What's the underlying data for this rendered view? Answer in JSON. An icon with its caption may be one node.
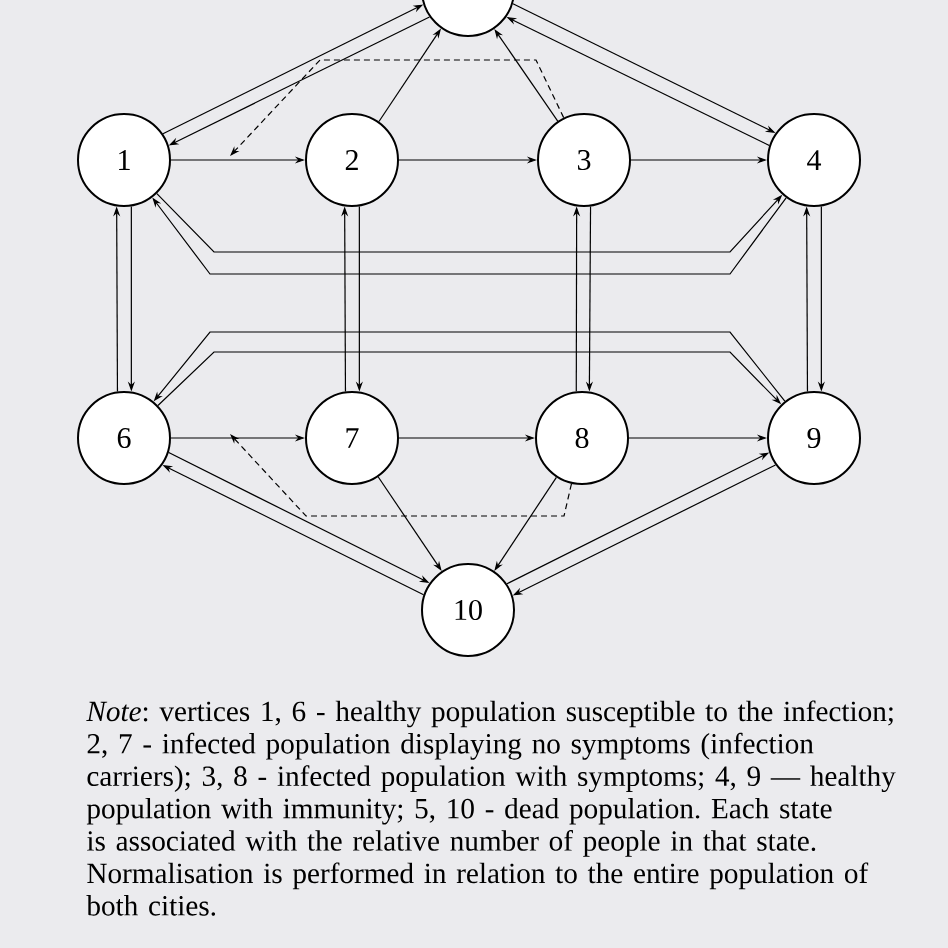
{
  "diagram": {
    "nodes": [
      {
        "text": [
          "1"
        ]
      },
      {
        "text": [
          "2"
        ]
      },
      {
        "text": [
          "3"
        ]
      },
      {
        "text": [
          "4"
        ]
      },
      {
        "text": [],
        "shape": "circle"
      },
      {
        "text": [
          "6"
        ]
      },
      {
        "text": [
          "7"
        ]
      },
      {
        "text": [
          "8"
        ]
      },
      {
        "text": [
          "9"
        ]
      },
      {
        "text": [
          "10"
        ]
      }
    ],
    "edges": [
      {
        "from": 4,
        "to": 0,
        "arrow": "to"
      },
      {
        "from": 0,
        "to": 4,
        "arrow": "to"
      },
      {
        "from": 4,
        "to": 3,
        "arrow": "to"
      },
      {
        "from": 3,
        "to": 4,
        "arrow": "to"
      },
      {
        "from": 0,
        "to": 1,
        "arrow": "to"
      },
      {
        "from": 1,
        "to": 2,
        "arrow": "to"
      },
      {
        "from": 2,
        "to": 3,
        "arrow": "to"
      },
      {
        "from": 1,
        "to": 4,
        "arrow": "to"
      },
      {
        "from": 2,
        "to": 4,
        "arrow": "to"
      },
      {
        "from": 2,
        "to": null,
        "arrow": "to",
        "style": "dashed"
      },
      {
        "from": 0,
        "to": 3,
        "arrow": "to"
      },
      {
        "from": 3,
        "to": 0,
        "arrow": "to"
      },
      {
        "from": 5,
        "to": 0,
        "arrow": "to"
      },
      {
        "from": 0,
        "to": 5,
        "arrow": "to"
      },
      {
        "from": 6,
        "to": 1,
        "arrow": "to"
      },
      {
        "from": 1,
        "to": 6,
        "arrow": "to"
      },
      {
        "from": 7,
        "to": 2,
        "arrow": "to"
      },
      {
        "from": 2,
        "to": 7,
        "arrow": "to"
      },
      {
        "from": 8,
        "to": 3,
        "arrow": "to"
      },
      {
        "from": 3,
        "to": 8,
        "arrow": "to"
      },
      {
        "from": 8,
        "to": 5,
        "arrow": "to"
      },
      {
        "from": 5,
        "to": 8,
        "arrow": "to"
      },
      {
        "from": 5,
        "to": 6,
        "arrow": "to"
      },
      {
        "from": 6,
        "to": 7,
        "arrow": "to"
      },
      {
        "from": 7,
        "to": 8,
        "arrow": "to"
      },
      {
        "from": 7,
        "to": null,
        "arrow": "to",
        "style": "dashed"
      },
      {
        "from": 6,
        "to": 9,
        "arrow": "to"
      },
      {
        "from": 7,
        "to": 9,
        "arrow": "to"
      },
      {
        "from": 5,
        "to": 9,
        "arrow": "to"
      },
      {
        "from": 9,
        "to": 5,
        "arrow": "to"
      },
      {
        "from": 9,
        "to": 8,
        "arrow": "to"
      },
      {
        "from": 8,
        "to": 9,
        "arrow": "to"
      }
    ],
    "caption": "*Note*: vertices 1, 6 - healthy population susceptible to the infection; 2, 7 - infected population displaying no symptoms (infection carriers); 3, 8 - infected population with symptoms; 4, 9 — healthy population with immunity; 5, 10 - dead population. Each state is associated with the relative number of people in that state. Normalisation is performed in relation to the entire population of both cities."
  }
}
